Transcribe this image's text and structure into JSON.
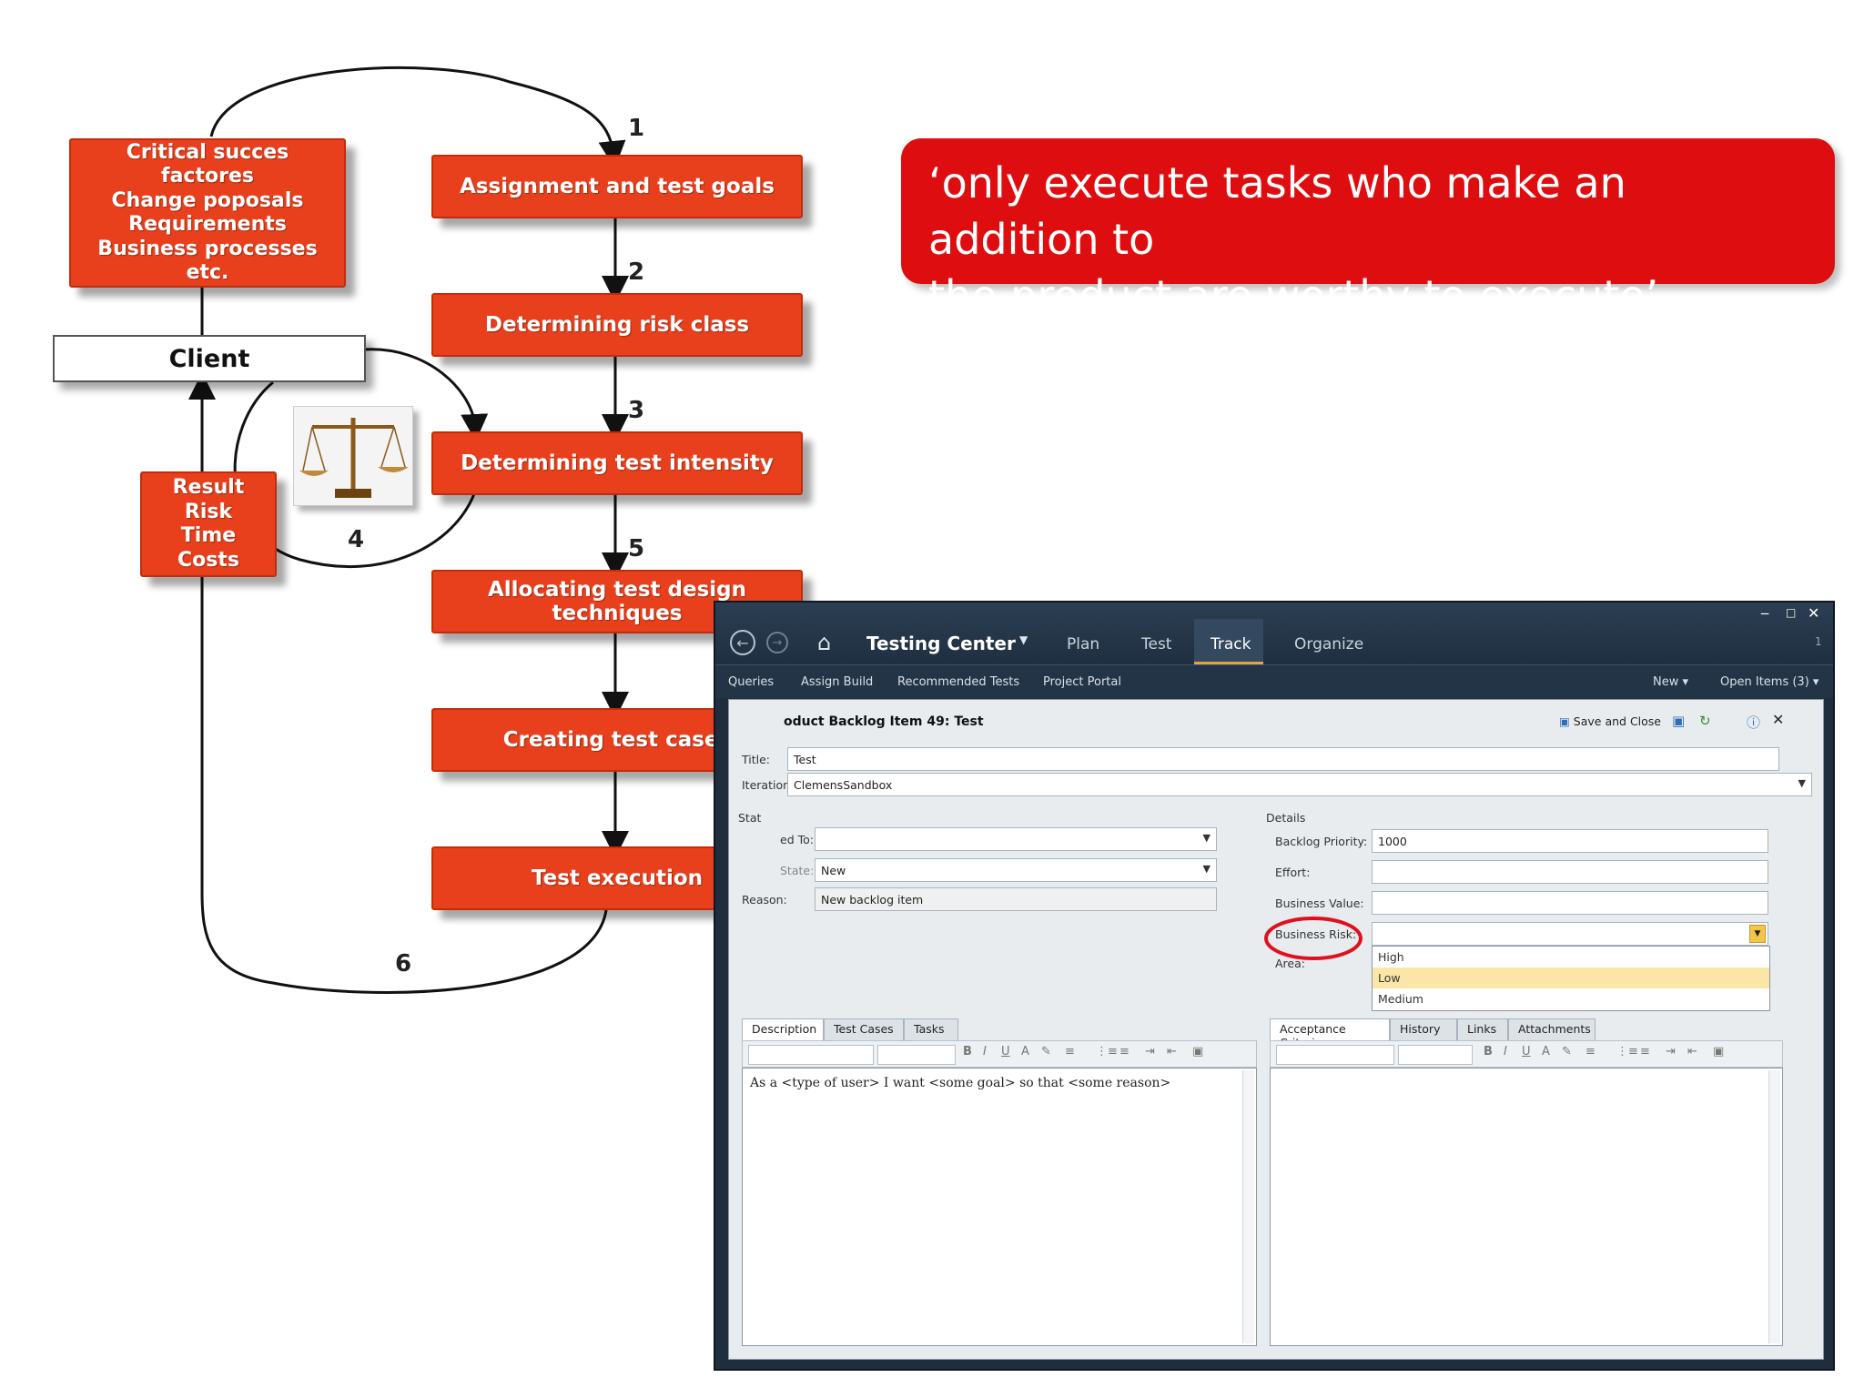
{
  "flow": {
    "steps": [
      "Assignment and test goals",
      "Determining risk class",
      "Determining test intensity",
      "Allocating test design techniques",
      "Creating test cases",
      "Test execution"
    ],
    "left_box": [
      "Critical succes",
      "factores",
      "Change poposals",
      "Requirements",
      "Business processes",
      "etc."
    ],
    "client_label": "Client",
    "result_box": [
      "Result",
      "Risk",
      "Time",
      "Costs"
    ],
    "numbers": [
      "1",
      "2",
      "3",
      "4",
      "5",
      "6"
    ]
  },
  "quote": {
    "line1": "‘only execute tasks who make an addition to",
    "line2": "the product are worthy to execute’"
  },
  "window": {
    "app_title": "Testing Center",
    "nav": [
      "Plan",
      "Test",
      "Track",
      "Organize"
    ],
    "subnav": [
      "Queries",
      "Assign Build",
      "Recommended Tests",
      "Project Portal"
    ],
    "new_label": "New",
    "open_items": "Open Items (3)",
    "counter": "1",
    "item_title": "oduct Backlog Item 49: Test",
    "save_close": "Save and Close",
    "fields": {
      "title_label": "Title:",
      "title_value": "Test",
      "iteration_label": "Iteration:",
      "iteration_value": "ClemensSandbox",
      "status_group": "Stat",
      "assigned_label": "ed To:",
      "assigned_value": "",
      "state_label": "State:",
      "state_value": "New",
      "reason_label": "Reason:",
      "reason_value": "New backlog item",
      "details_group": "Details",
      "priority_label": "Backlog Priority:",
      "priority_value": "1000",
      "effort_label": "Effort:",
      "effort_value": "",
      "bvalue_label": "Business Value:",
      "bvalue_value": "",
      "brisk_label": "Business Risk:",
      "brisk_value": "",
      "area_label": "Area:"
    },
    "risk_options": [
      "High",
      "Low",
      "Medium"
    ],
    "tabs_left": [
      "Description",
      "Test Cases",
      "Tasks"
    ],
    "tabs_right": [
      "Acceptance Criteria",
      "History",
      "Links",
      "Attachments"
    ],
    "description_text": "As a <type of user> I want <some goal> so that <some reason>"
  },
  "colors": {
    "flow_box": "#e8401c",
    "quote_bg": "#de0e10",
    "window_bg": "#1f2d3d",
    "annotation_circle": "#e0101e"
  }
}
